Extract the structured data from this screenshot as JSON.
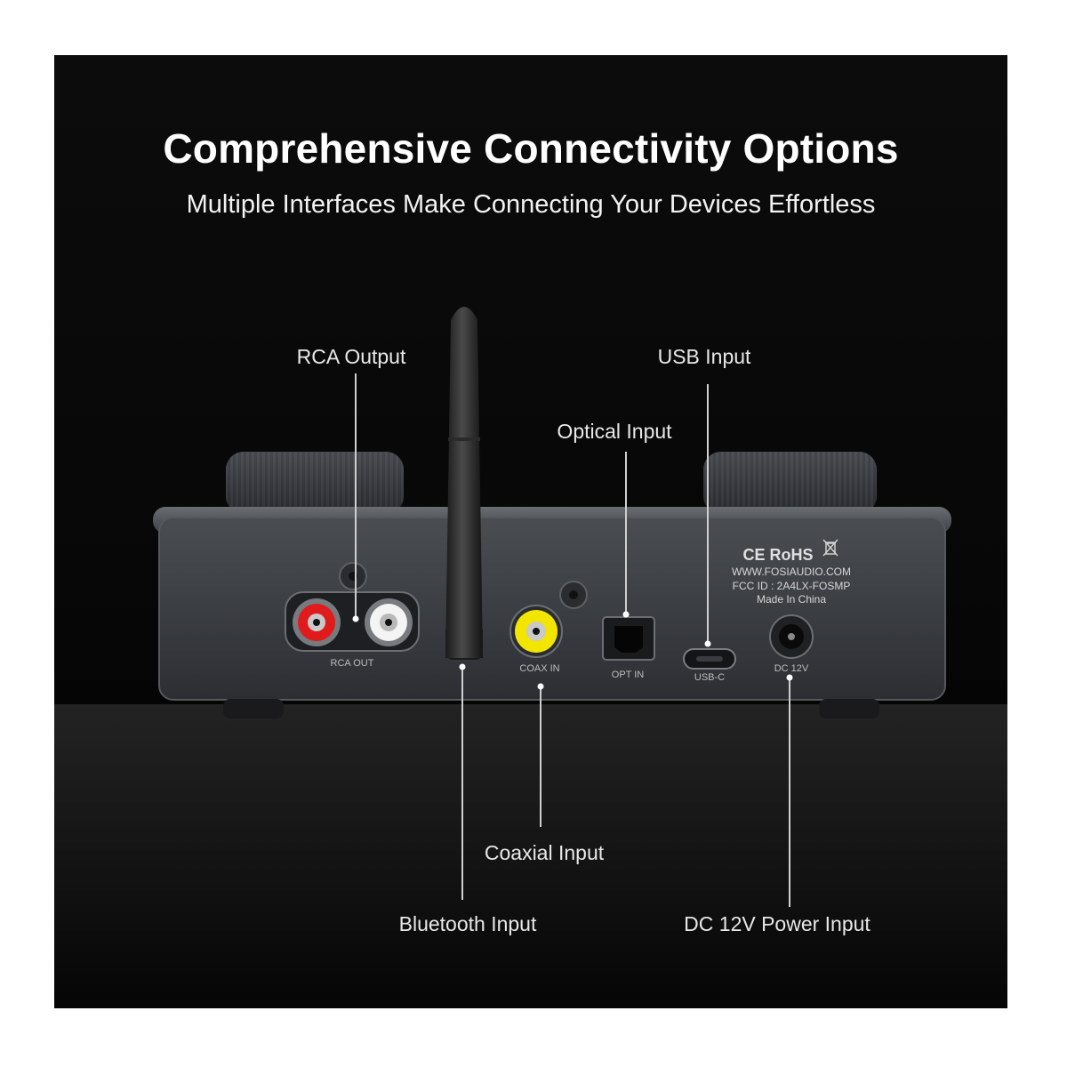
{
  "header": {
    "title": "Comprehensive Connectivity Options",
    "subtitle": "Multiple Interfaces Make Connecting Your Devices Effortless"
  },
  "callouts": {
    "rca_output": "RCA Output",
    "usb_input": "USB Input",
    "optical_input": "Optical Input",
    "coaxial_input": "Coaxial Input",
    "bluetooth_input": "Bluetooth Input",
    "dc_power_input": "DC 12V Power Input"
  },
  "port_labels": {
    "rca_out": "RCA OUT",
    "coax_in": "COAX IN",
    "opt_in": "OPT IN",
    "usb_c": "USB-C",
    "dc_12v": "DC 12V"
  },
  "certification": {
    "marks": "CE RoHS",
    "website": "WWW.FOSIAUDIO.COM",
    "fcc_id": "FCC ID : 2A4LX-FOSMP",
    "origin": "Made In China"
  },
  "colors": {
    "background": "#000000",
    "panel_text": "#ffffff",
    "rca_left": "#e01b1b",
    "rca_right": "#f4f4f4",
    "coax": "#f2e600"
  },
  "icons": {
    "waste_bin": "crossed-out-wheelie-bin-icon"
  }
}
